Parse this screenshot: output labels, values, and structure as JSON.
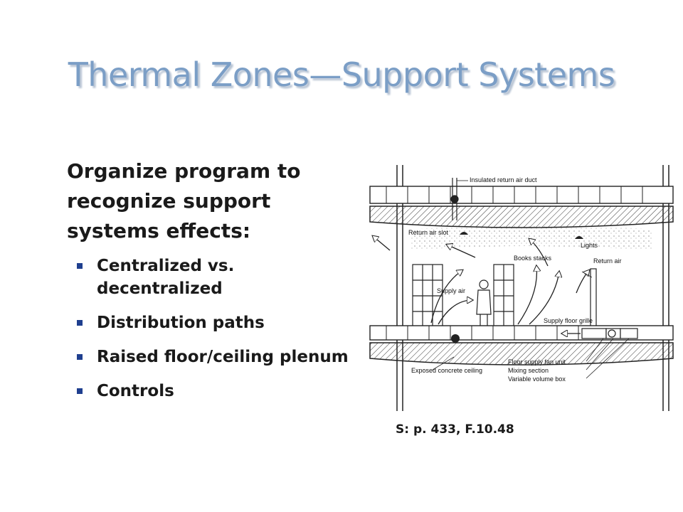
{
  "slide": {
    "title": "Thermal Zones—Support Systems",
    "main_point": "Organize program to recognize support systems effects:",
    "bullets": [
      "Centralized vs. decentralized",
      "Distribution paths",
      "Raised floor/ceiling plenum",
      "Controls"
    ],
    "caption": "S: p. 433, F.10.48"
  },
  "figure": {
    "labels": {
      "insulated_return_air_duct": "Insulated return air duct",
      "return_air_slot": "Return air slot",
      "lights": "Lights",
      "books_stacks": "Books stacks",
      "return_air": "Return air",
      "supply_air": "Supply air",
      "supply_floor_grille": "Supply floor grille",
      "floor_supply_fan_unit": "Floor supply fan unit",
      "exposed_concrete_ceiling": "Exposed concrete ceiling",
      "mixing_section": "Mixing section",
      "variable_volume_box": "Variable volume box"
    }
  },
  "colors": {
    "title": "#7b9ec6",
    "bullet_marker": "#1f3f8f",
    "text": "#1a1a1a"
  }
}
